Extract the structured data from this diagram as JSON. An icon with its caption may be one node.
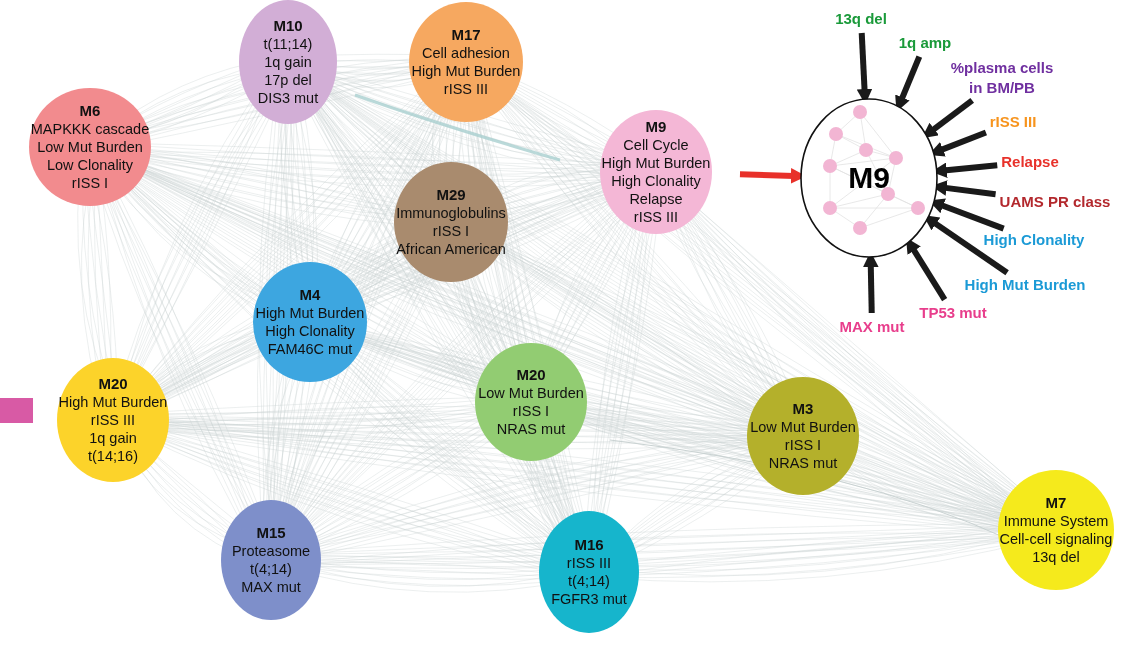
{
  "diagram": {
    "nodes": [
      {
        "text": [
          "M10",
          "t(11;14)",
          "1q gain",
          "17p del",
          "DIS3 mut"
        ]
      },
      {
        "text": [
          "M17",
          "Cell adhesion",
          "High Mut Burden",
          "rISS III"
        ]
      },
      {
        "text": [
          "M6",
          "MAPKKK cascade",
          "Low Mut Burden",
          "Low Clonality",
          "rISS I"
        ]
      },
      {
        "text": [
          "M9",
          "Cell Cycle",
          "High Mut Burden",
          "High Clonality",
          "Relapse",
          "rISS III"
        ]
      },
      {
        "text": [
          "M29",
          "Immunoglobulins",
          "rISS I",
          "African American"
        ]
      },
      {
        "text": [
          "M4",
          "High Mut Burden",
          "High Clonality",
          "FAM46C mut"
        ]
      },
      {
        "text": [
          "M20",
          "High Mut Burden",
          "rISS III",
          "1q gain",
          "t(14;16)"
        ]
      },
      {
        "text": [
          "M20",
          "Low Mut Burden",
          "rISS I",
          "NRAS mut"
        ]
      },
      {
        "text": [
          "M3",
          "Low Mut Burden",
          "rISS I",
          "NRAS mut"
        ]
      },
      {
        "text": [
          "M15",
          "Proteasome",
          "t(4;14)",
          "MAX mut"
        ]
      },
      {
        "text": [
          "M16",
          "rISS III",
          "t(4;14)",
          "FGFR3 mut"
        ]
      },
      {
        "text": [
          "M7",
          "Immune System",
          "Cell-cell signaling",
          "13q del"
        ]
      },
      {
        "text": [
          "M9"
        ]
      },
      {
        "text": [
          "13q del"
        ]
      },
      {
        "text": [
          "1q amp"
        ]
      },
      {
        "text": [
          "%plasma cells in BM/PB"
        ]
      },
      {
        "text": [
          "rISS III"
        ]
      },
      {
        "text": [
          "Relapse"
        ]
      },
      {
        "text": [
          "UAMS PR class"
        ]
      },
      {
        "text": [
          "High Clonality"
        ]
      },
      {
        "text": [
          "High Mut Burden"
        ]
      },
      {
        "text": [
          "TP53 mut"
        ]
      },
      {
        "text": [
          "MAX mut"
        ]
      }
    ],
    "edges": [
      {
        "from": 3,
        "to": 12,
        "arrow": "to",
        "color": "#e8312a"
      },
      {
        "from": 13,
        "to": 12,
        "arrow": "to"
      },
      {
        "from": 14,
        "to": 12,
        "arrow": "to"
      },
      {
        "from": 15,
        "to": 12,
        "arrow": "to"
      },
      {
        "from": 16,
        "to": 12,
        "arrow": "to"
      },
      {
        "from": 17,
        "to": 12,
        "arrow": "to"
      },
      {
        "from": 18,
        "to": 12,
        "arrow": "to"
      },
      {
        "from": 19,
        "to": 12,
        "arrow": "to"
      },
      {
        "from": 20,
        "to": 12,
        "arrow": "to"
      },
      {
        "from": 21,
        "to": 12,
        "arrow": "to"
      },
      {
        "from": 22,
        "to": 12,
        "arrow": "to"
      }
    ]
  }
}
